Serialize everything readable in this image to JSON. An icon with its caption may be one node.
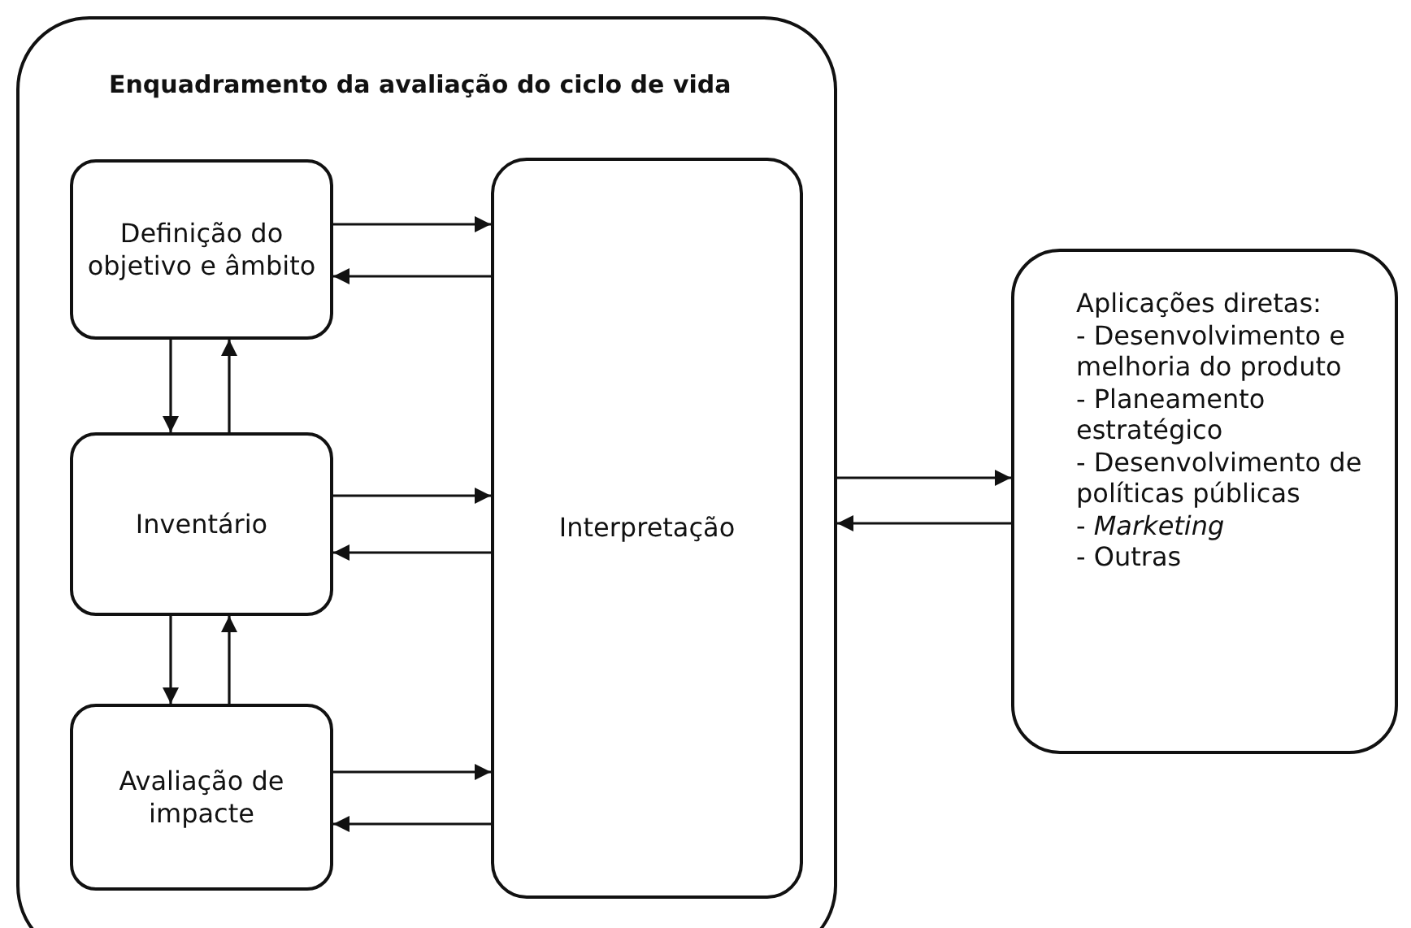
{
  "diagram": {
    "nodes": [
      {
        "text": [
          "Enquadramento da avaliação do ciclo de vida"
        ]
      },
      {
        "text": [
          "Definição do objetivo e âmbito"
        ],
        "in": 0
      },
      {
        "text": [
          "Interpretação"
        ],
        "in": 0
      },
      {
        "text": [
          "Inventário"
        ],
        "in": 0
      },
      {
        "text": [
          "Avaliação de impacte"
        ],
        "in": 0
      },
      {
        "text": [
          "Aplicações diretas:",
          "- Desenvolvimento e melhoria do produto",
          "- Planeamento estratégico",
          "- Desenvolvimento de políticas públicas",
          "- *Marketing*",
          "- Outras"
        ]
      }
    ],
    "edges": [
      {
        "from": 1,
        "to": 2,
        "arrow": "to"
      },
      {
        "from": 2,
        "to": 1,
        "arrow": "to"
      },
      {
        "from": 3,
        "to": 2,
        "arrow": "to"
      },
      {
        "from": 2,
        "to": 3,
        "arrow": "to"
      },
      {
        "from": 4,
        "to": 2,
        "arrow": "to"
      },
      {
        "from": 2,
        "to": 4,
        "arrow": "to"
      },
      {
        "from": 1,
        "to": 3,
        "arrow": "to"
      },
      {
        "from": 3,
        "to": 1,
        "arrow": "to"
      },
      {
        "from": 3,
        "to": 4,
        "arrow": "to"
      },
      {
        "from": 4,
        "to": 3,
        "arrow": "to"
      },
      {
        "from": 0,
        "to": 5,
        "arrow": "to"
      },
      {
        "from": 5,
        "to": 0,
        "arrow": "to"
      }
    ]
  }
}
